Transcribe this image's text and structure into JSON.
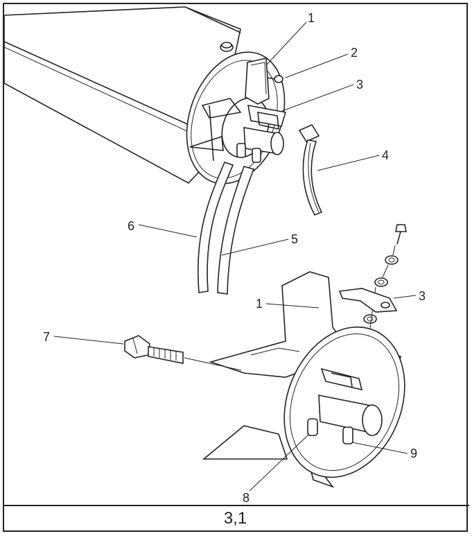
{
  "figure": {
    "callouts": [
      {
        "id": "c1a",
        "label": "1"
      },
      {
        "id": "c2",
        "label": "2"
      },
      {
        "id": "c3a",
        "label": "3"
      },
      {
        "id": "c4",
        "label": "4"
      },
      {
        "id": "c6",
        "label": "6"
      },
      {
        "id": "c5",
        "label": "5"
      },
      {
        "id": "c1b",
        "label": "1"
      },
      {
        "id": "c3b",
        "label": "3"
      },
      {
        "id": "c7",
        "label": "7"
      },
      {
        "id": "c9",
        "label": "9"
      },
      {
        "id": "c8",
        "label": "8"
      }
    ],
    "caption": "3,1"
  }
}
